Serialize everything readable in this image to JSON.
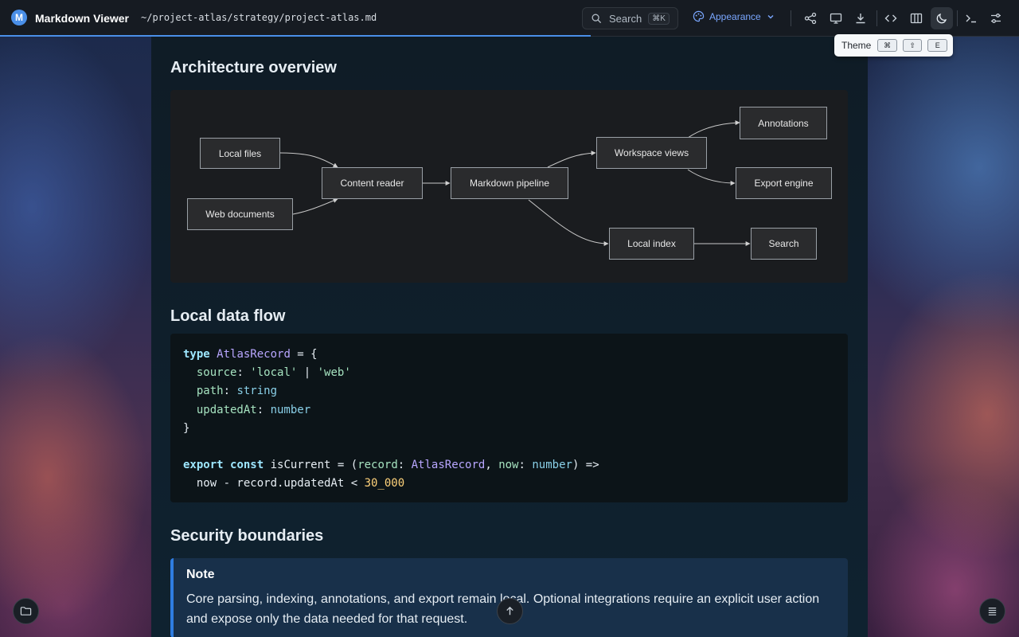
{
  "app": {
    "logo_letter": "M",
    "title": "Markdown Viewer",
    "path": "~/project-atlas/strategy/project-atlas.md"
  },
  "toolbar": {
    "search_label": "Search",
    "search_shortcut": "⌘K",
    "appearance_label": "Appearance",
    "reading_progress": 0.58
  },
  "tooltip": {
    "label": "Theme",
    "keys": [
      "⌘",
      "⇧",
      "E"
    ]
  },
  "sections": {
    "architecture": "Architecture overview",
    "data_flow": "Local data flow",
    "security": "Security boundaries"
  },
  "diagram": {
    "nodes": {
      "local_files": "Local files",
      "web_documents": "Web documents",
      "content_reader": "Content reader",
      "markdown_pipeline": "Markdown pipeline",
      "workspace_views": "Workspace views",
      "annotations": "Annotations",
      "export_engine": "Export engine",
      "local_index": "Local index",
      "search": "Search"
    }
  },
  "code": {
    "language": "typescript",
    "lines": [
      "type AtlasRecord = {",
      "  source: 'local' | 'web'",
      "  path: string",
      "  updatedAt: number",
      "}",
      "",
      "export const isCurrent = (record: AtlasRecord, now: number) =>",
      "  now - record.updatedAt < 30_000"
    ]
  },
  "note": {
    "title": "Note",
    "body": "Core parsing, indexing, annotations, and export remain local. Optional integrations require an explicit user action and expose only the data needed for that request."
  },
  "colors": {
    "accent": "#4a8fe8",
    "note_border": "#2f7de1",
    "appearance": "#7aa7ff"
  },
  "icons": {
    "toolbar": [
      "share-graph-icon",
      "present-icon",
      "download-icon",
      "code-icon",
      "columns-icon",
      "moon-icon",
      "terminal-icon",
      "settings-sliders-icon"
    ],
    "floating": [
      "folder-icon",
      "arrow-up-icon",
      "outline-list-icon"
    ]
  }
}
